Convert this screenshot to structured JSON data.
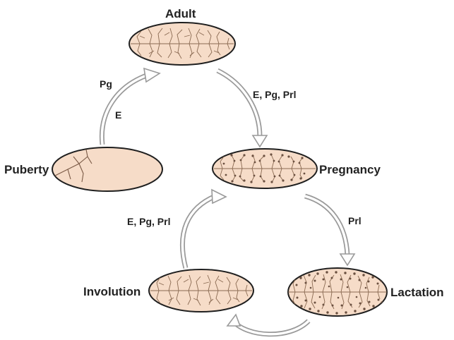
{
  "stages": {
    "adult": "Adult",
    "puberty": "Puberty",
    "pregnancy": "Pregnancy",
    "lactation": "Lactation",
    "involution": "Involution"
  },
  "hormones": {
    "puberty_to_adult_top": "Pg",
    "puberty_to_adult_bottom": "E",
    "adult_to_pregnancy": "E, Pg, Prl",
    "pregnancy_to_lactation": "Prl",
    "involution_to_pregnancy": "E, Pg, Prl"
  },
  "colors": {
    "gland_fill": "#f6dcc8",
    "duct": "#8a6a52",
    "alveoli": "#6b5040",
    "arrow_fill": "#ffffff",
    "arrow_stroke": "#9a9a9a"
  }
}
